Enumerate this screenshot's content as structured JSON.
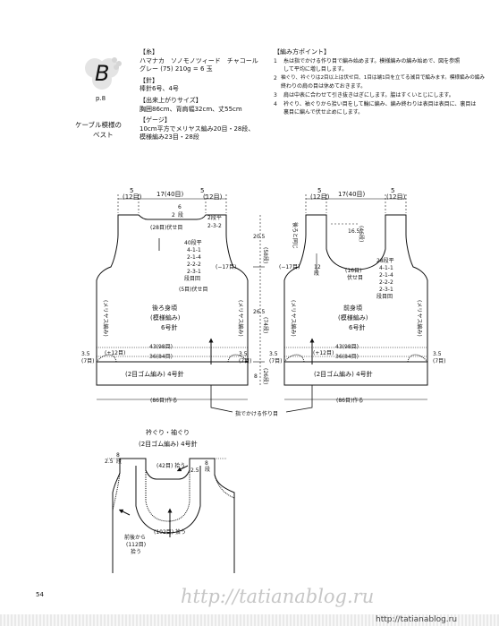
{
  "logo": {
    "letter": "B",
    "page_ref": "p.8"
  },
  "title": {
    "line1": "ケーブル模様の",
    "line2": "ベスト"
  },
  "materials": {
    "yarn_head": "【糸】",
    "yarn_line1": "ハマナカ　ソノモノツィード　チャコール",
    "yarn_line2": "グレー (75) 210g = 6 玉",
    "needle_head": "【針】",
    "needle_line1": "棒針6号、4号",
    "size_head": "【出来上がりサイズ】",
    "size_line1": "胸囲86cm、背肩幅32cm、丈55cm",
    "gauge_head": "【ゲージ】",
    "gauge_line1": "10cm平方でメリヤス編み20目・28段、",
    "gauge_line2": "模様編み23目・28段"
  },
  "points": {
    "head": "【編み方ポイント】",
    "items": [
      {
        "num": "1",
        "lines": [
          "糸は指でかける作り目で編み始めます。模様編みの編み始めで、図を参照",
          "して平均に増し目します。"
        ]
      },
      {
        "num": "2",
        "lines": [
          "袖ぐり、衿ぐりは2目以上は伏せ目、1目は端1目を立てる減目で編みます。模様編みの編み",
          "終わりの肩の目は休めておきます。"
        ]
      },
      {
        "num": "3",
        "lines": [
          "肩は中表に合わせて引き抜きはぎにします。脇はすくいとじにします。"
        ]
      },
      {
        "num": "4",
        "lines": [
          "衿ぐり、袖ぐりから拾い目をして輪に編み、編み終わりは表目は表目に、裏目は",
          "裏目に編んで伏せ止めにします。"
        ]
      }
    ]
  },
  "back": {
    "top_left": "5",
    "top_left_st": "(12目)",
    "top_mid": "17(40目)",
    "top_right": "5",
    "top_right_st": "(12目)",
    "neck_2": "2",
    "neck_6": "6",
    "neck_dan": "段",
    "neck_28": "(28目)伏せ目",
    "neck_r1": "2段平",
    "neck_r2": "2-3-2",
    "arm_r1": "40段平",
    "arm_r2": "4-1-1",
    "arm_r3": "2-1-4",
    "arm_r4": "2-2-2",
    "arm_r5": "2-3-1",
    "arm_r6": "段目回",
    "arm_5": "(5目)伏せ目",
    "minus17": "(−17目)",
    "h20": "20.5",
    "h20_dan": "(58段)",
    "h26": "26.5",
    "h26_dan": "(74段)",
    "h8": "8",
    "h8_dan": "(26段)",
    "title1": "後ろ身頃",
    "title2": "(模様編み)",
    "title3": "6号針",
    "side_l": "(メリヤス編み)",
    "side_r": "(メリヤス編み)",
    "st43": "43(98目)",
    "st36": "36(84目)",
    "plus12": "(+12目)",
    "rib": "(2目ゴム編み) 4号針",
    "w35_l": "3.5",
    "w7_l": "(7目)",
    "w35_r": "3.5",
    "w7_r": "(7目)",
    "bottom": "(86目)作る"
  },
  "front": {
    "top_left": "5",
    "top_left_st": "(12目)",
    "top_mid": "17(40目)",
    "top_right": "5",
    "top_right_st": "(12目)",
    "same_as_back": "後ろと同じ",
    "h165": "16.5",
    "h165_dan": "(46段)",
    "minus17": "(−17目)",
    "sh12_1": "12",
    "sh12_2": "段",
    "neck16": "(16目)",
    "neck16b": "伏せ目",
    "nk_r1": "28段平",
    "nk_r2": "4-1-1",
    "nk_r3": "2-1-4",
    "nk_r4": "2-2-2",
    "nk_r5": "2-3-1",
    "nk_r6": "段目回",
    "title1": "前身頃",
    "title2": "(模様編み)",
    "title3": "6号針",
    "side_l": "(メリヤス編み)",
    "side_r": "(メリヤス編み)",
    "st43": "43(98目)",
    "st36": "36(84目)",
    "plus12": "(+12目)",
    "rib": "(2目ゴム編み) 4号針",
    "w35_l": "3.5",
    "w7_l": "(7目)",
    "w35_r": "3.5",
    "w7_r": "(7目)",
    "bottom": "(86目)作る",
    "cast_note": "指でかける作り目"
  },
  "edging": {
    "head1": "衿ぐり・袖ぐり",
    "head2": "(2目ゴム編み) 4号針",
    "d25_l": "2.5",
    "d8_l": "8",
    "d8_ldan": "段",
    "d25_r": "2.5",
    "d8_r": "8",
    "d8_rdan": "段",
    "pick42": "(42目) 拾う",
    "pick102": "(102目) 拾う",
    "pick112_1": "前後から",
    "pick112_2": "(112目)",
    "pick112_3": "拾う"
  },
  "page_number": "54",
  "watermark": "http://tatianablog.ru",
  "watermark_small": "http://tatianablog.ru"
}
